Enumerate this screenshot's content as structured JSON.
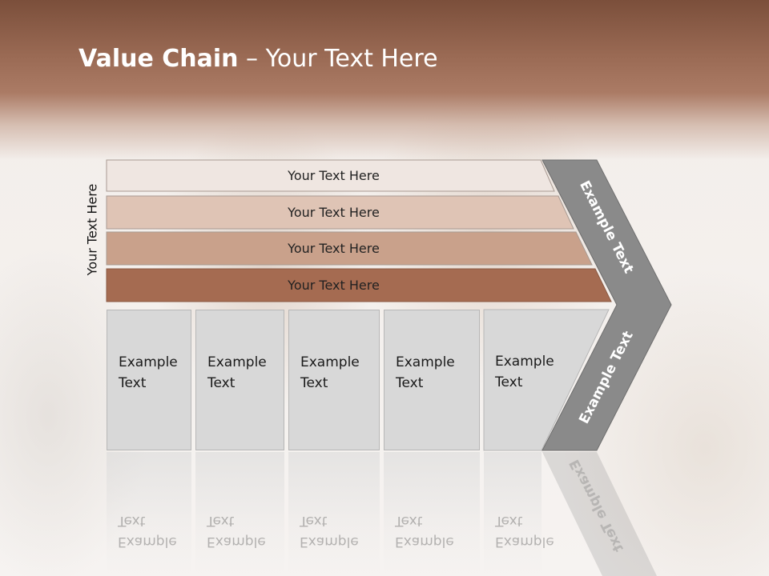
{
  "title": {
    "bold": "Value Chain",
    "rest": " – Your Text Here"
  },
  "side_label": "Your Text Here",
  "bands": [
    {
      "label": "Your Text Here",
      "fill": "#efe6e1"
    },
    {
      "label": "Your Text Here",
      "fill": "#dfc4b5"
    },
    {
      "label": "Your Text Here",
      "fill": "#c9a18b"
    },
    {
      "label": "Your Text Here",
      "fill": "#a56b51"
    }
  ],
  "columns": [
    {
      "text": "Example\nText"
    },
    {
      "text": "Example\nText"
    },
    {
      "text": "Example\nText"
    },
    {
      "text": "Example\nText"
    },
    {
      "text": "Example\nText"
    }
  ],
  "chevron": {
    "upper_text": "Example Text",
    "lower_text": "Example Text",
    "fill": "#8a8a8a"
  }
}
